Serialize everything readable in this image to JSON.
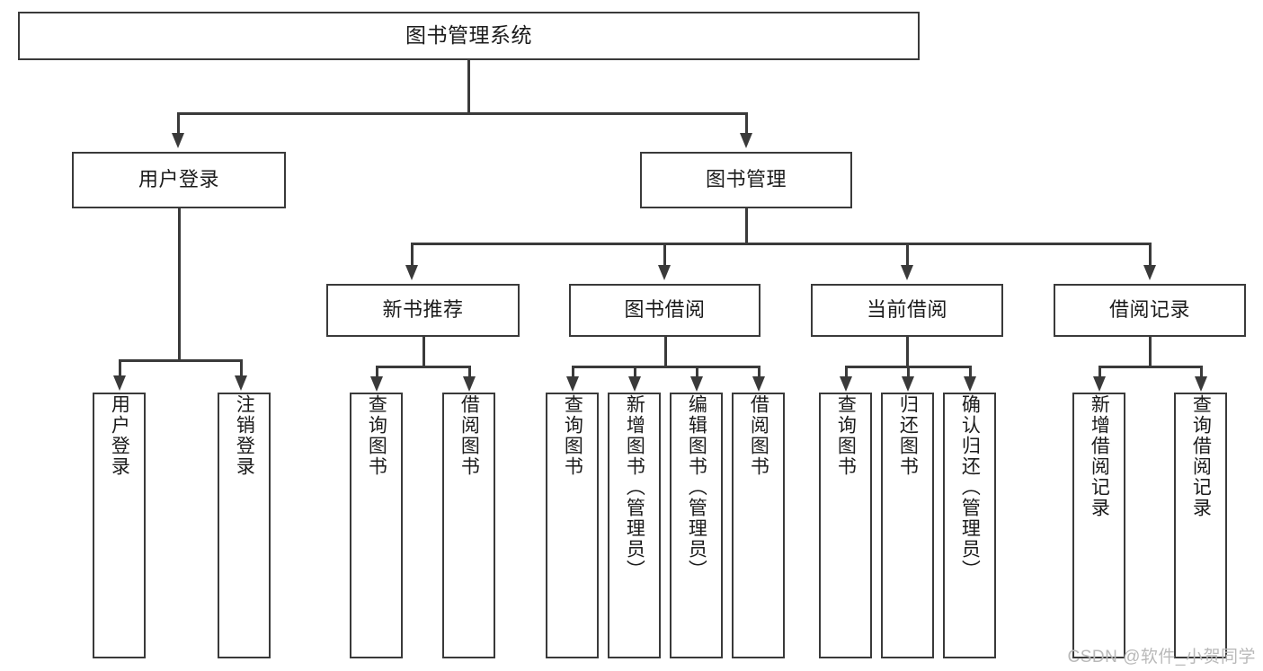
{
  "diagram": {
    "type": "tree",
    "title": "图书管理系统",
    "root": {
      "id": "root",
      "label": "图书管理系统"
    },
    "level2": [
      {
        "id": "user-login",
        "label": "用户登录"
      },
      {
        "id": "book-management",
        "label": "图书管理"
      }
    ],
    "level3": [
      {
        "id": "new-book-recommend",
        "label": "新书推荐"
      },
      {
        "id": "book-borrow",
        "label": "图书借阅"
      },
      {
        "id": "current-borrow",
        "label": "当前借阅"
      },
      {
        "id": "borrow-record",
        "label": "借阅记录"
      }
    ],
    "leaves": {
      "user_login": [
        {
          "id": "leaf-user-login",
          "label": "用户登录"
        },
        {
          "id": "leaf-logout",
          "label": "注销登录"
        }
      ],
      "new_book_recommend": [
        {
          "id": "leaf-query-book-1",
          "label": "查询图书"
        },
        {
          "id": "leaf-borrow-book-1",
          "label": "借阅图书"
        }
      ],
      "book_borrow": [
        {
          "id": "leaf-query-book-2",
          "label": "查询图书"
        },
        {
          "id": "leaf-add-book",
          "label": "新增图书（管理员）"
        },
        {
          "id": "leaf-edit-book",
          "label": "编辑图书（管理员）"
        },
        {
          "id": "leaf-borrow-book-2",
          "label": "借阅图书"
        }
      ],
      "current_borrow": [
        {
          "id": "leaf-query-book-3",
          "label": "查询图书"
        },
        {
          "id": "leaf-return-book",
          "label": "归还图书"
        },
        {
          "id": "leaf-confirm-return",
          "label": "确认归还（管理员）"
        }
      ],
      "borrow_record": [
        {
          "id": "leaf-add-record",
          "label": "新增借阅记录"
        },
        {
          "id": "leaf-query-record",
          "label": "查询借阅记录"
        }
      ]
    }
  },
  "watermark": {
    "text": "CSDN @软件_小贺同学"
  },
  "colors": {
    "stroke": "#3a3a3a",
    "text": "#1b1b1b",
    "background": "#ffffff",
    "watermark": "#b9b9b9"
  }
}
